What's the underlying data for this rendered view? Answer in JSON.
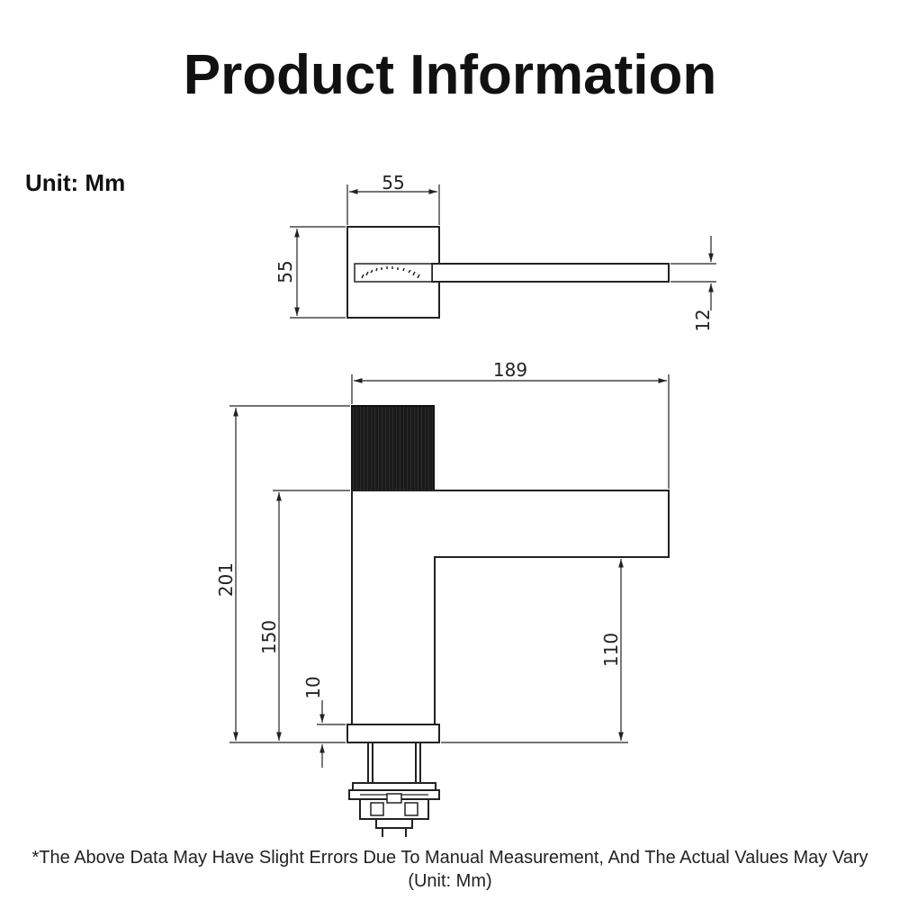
{
  "page": {
    "title": "Product Information",
    "unit_label": "Unit: Mm",
    "footnote": "*The Above Data May Have Slight Errors Due To Manual Measurement, And The Actual Values May Vary (Unit: Mm)"
  },
  "dimensions": {
    "top_width": "55",
    "top_depth": "55",
    "spout_thickness": "12",
    "total_length": "189",
    "total_height": "201",
    "body_height": "150",
    "spout_clearance": "110",
    "base_thickness": "10"
  },
  "colors": {
    "line": "#222222",
    "handle_fill": "#1a1a1a"
  }
}
